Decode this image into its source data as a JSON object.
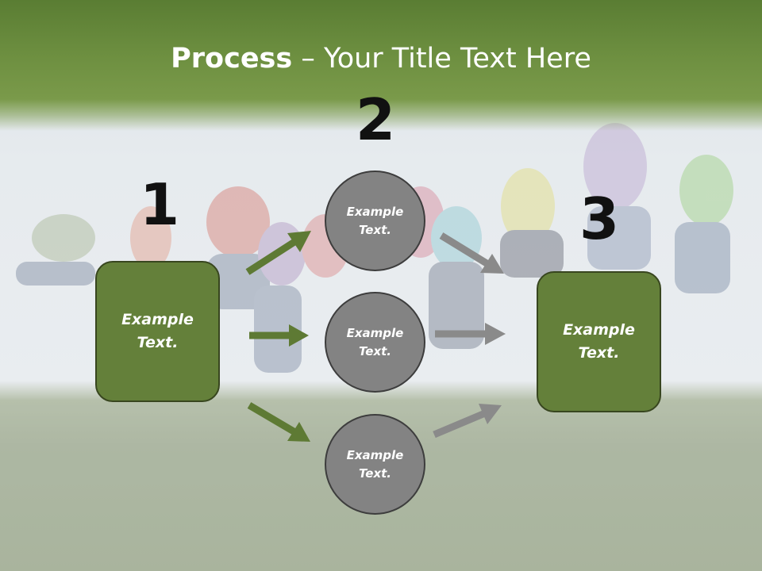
{
  "title": {
    "bold": "Process",
    "rest": " – Your Title Text Here"
  },
  "steps": {
    "one": "1",
    "two": "2",
    "three": "3"
  },
  "boxes": {
    "left": "Example Text.",
    "right": "Example Text."
  },
  "circles": {
    "top": "Example Text.",
    "middle": "Example Text.",
    "bottom": "Example Text."
  },
  "colors": {
    "box_fill": "#64803a",
    "box_border": "#38461f",
    "circle_fill": "#838383",
    "circle_border": "#3d3d3d",
    "arrow_green": "#5e7a34",
    "arrow_grey": "#8a8a8a",
    "title_band": "#6d8f40"
  }
}
